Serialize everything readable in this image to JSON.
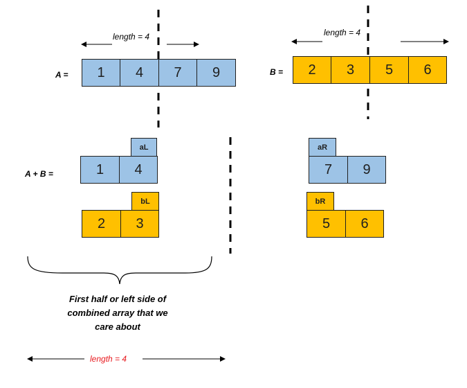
{
  "array_a": {
    "label": "A =",
    "values": [
      "1",
      "4",
      "7",
      "9"
    ],
    "length_label": "length = 4"
  },
  "array_b": {
    "label": "B =",
    "values": [
      "2",
      "3",
      "5",
      "6"
    ],
    "length_label": "length = 4"
  },
  "combined": {
    "label": "A + B =",
    "left": {
      "a_tag": "aL",
      "a_values": [
        "1",
        "4"
      ],
      "b_tag": "bL",
      "b_values": [
        "2",
        "3"
      ]
    },
    "right": {
      "a_tag": "aR",
      "a_values": [
        "7",
        "9"
      ],
      "b_tag": "bR",
      "b_values": [
        "5",
        "6"
      ]
    }
  },
  "brace_caption": "First half or left side of combined array that we care about",
  "bottom_length_label": "length = 4",
  "colors": {
    "array_a": "#9dc3e6",
    "array_b": "#ffc000",
    "highlight_text": "#e8191e"
  }
}
